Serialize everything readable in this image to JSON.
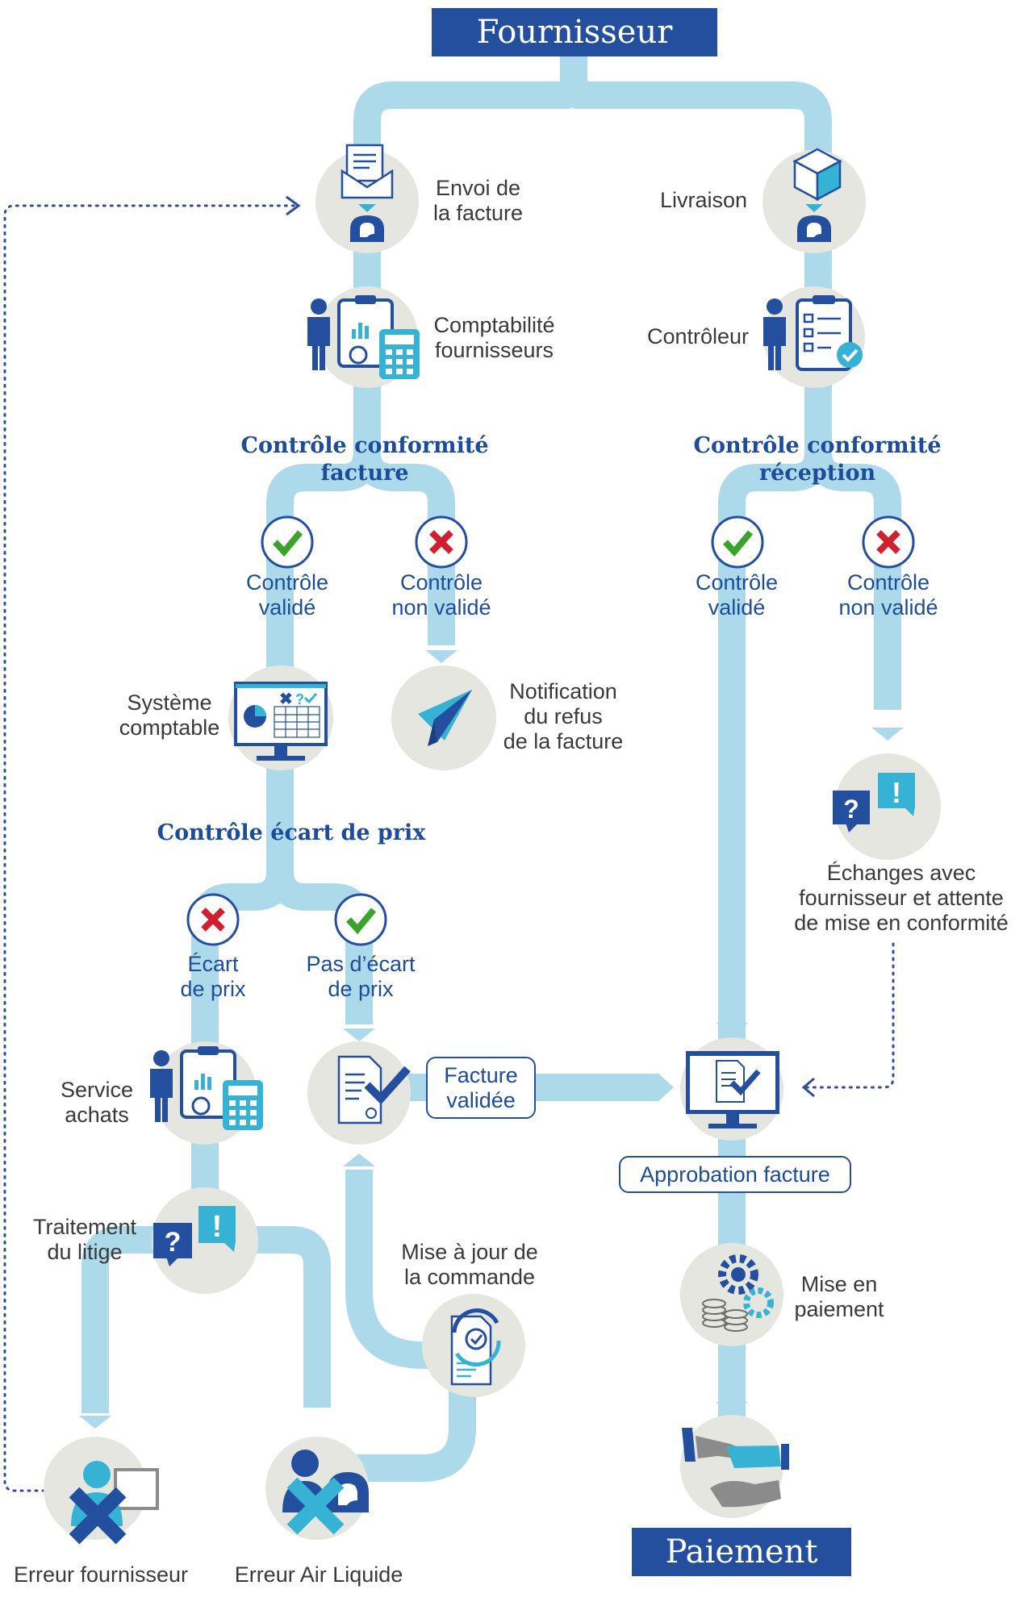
{
  "header": {
    "title": "Fournisseur"
  },
  "footer": {
    "title": "Paiement"
  },
  "steps": {
    "envoi": "Envoi de\nla facture",
    "livraison": "Livraison",
    "comptabilite": "Comptabilité\nfournisseurs",
    "controleur": "Contrôleur",
    "systeme": "Système\ncomptable",
    "notification": "Notification\ndu refus\nde la facture",
    "echanges": "Échanges avec\nfournisseur et attente\nde mise en conformité",
    "service_achats": "Service\nachats",
    "facture_validee": "Facture\nvalidée",
    "approbation": "Approbation facture",
    "traitement": "Traitement\ndu litige",
    "mise_a_jour": "Mise à jour de\nla commande",
    "mise_en_paiement": "Mise en\npaiement",
    "erreur_fournisseur": "Erreur fournisseur",
    "erreur_air_liquide": "Erreur Air Liquide"
  },
  "decisions": {
    "conformite_facture": "Contrôle conformité\nfacture",
    "conformite_reception": "Contrôle conformité\nréception",
    "ecart_prix": "Contrôle écart de prix"
  },
  "outcomes": {
    "facture_valide": "Contrôle\nvalidé",
    "facture_non_valide": "Contrôle\nnon validé",
    "reception_valide": "Contrôle\nvalidé",
    "reception_non_valide": "Contrôle\nnon validé",
    "ecart_oui": "Écart\nde prix",
    "ecart_non": "Pas d’écart\nde prix"
  },
  "colors": {
    "pipe": "#acdaea",
    "circle": "#e4e6df",
    "navy": "#244f9e",
    "cyan": "#36b3d4",
    "green": "#3aa32a",
    "red": "#d0202f"
  }
}
